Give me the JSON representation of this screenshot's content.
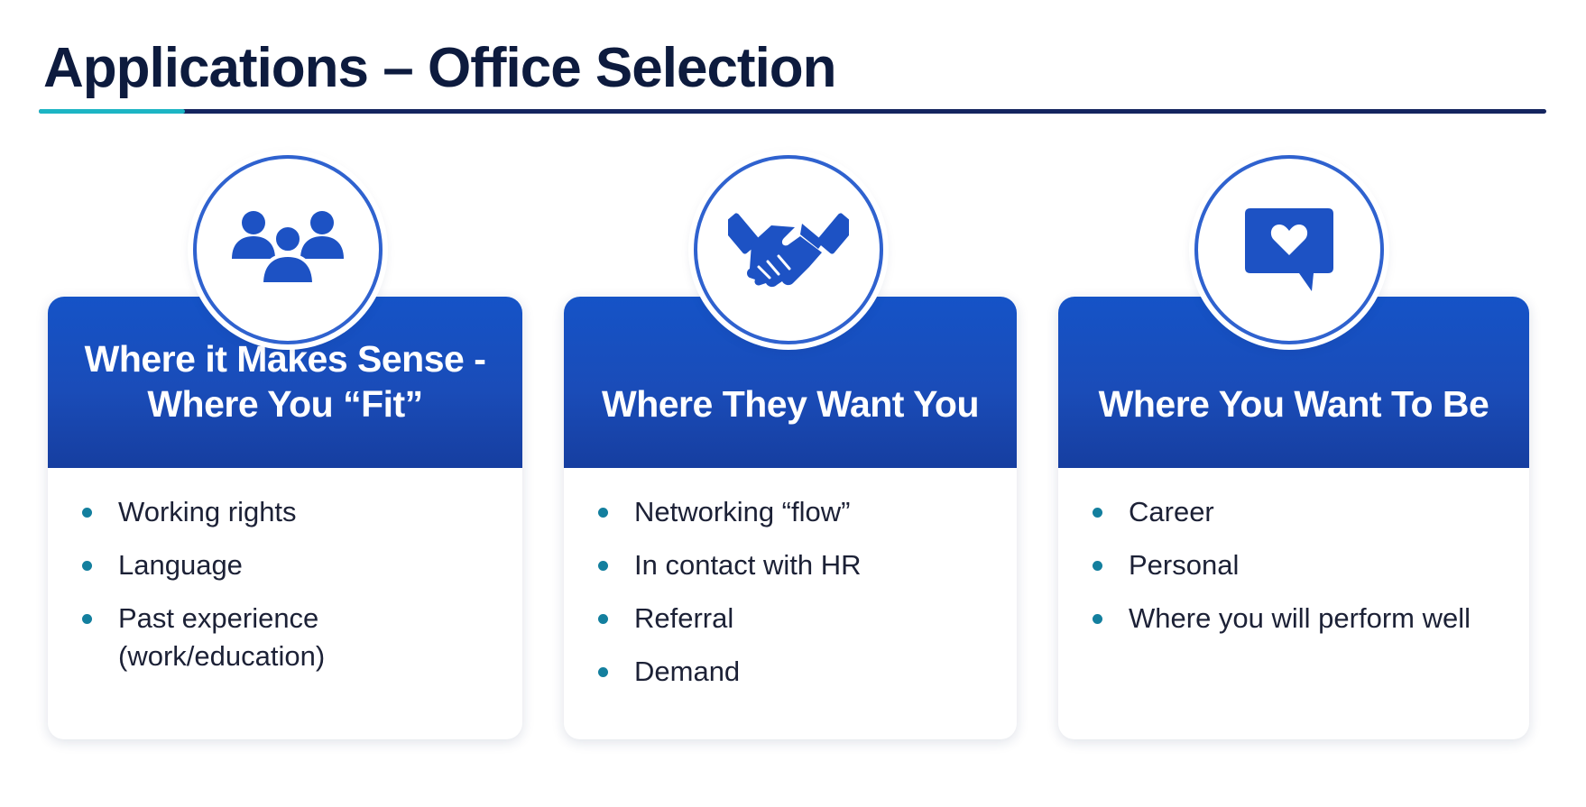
{
  "header": {
    "title": "Applications – Office Selection"
  },
  "colors": {
    "navy": "#0d1b3e",
    "primary_blue": "#1a4cb8",
    "accent_teal": "#1cb5c4",
    "bullet_teal": "#137f9e"
  },
  "cards": [
    {
      "icon": "people-group-icon",
      "title_lines": [
        "Where it Makes Sense -",
        "Where You “Fit”"
      ],
      "items": [
        {
          "lines": [
            "Working rights"
          ]
        },
        {
          "lines": [
            "Language"
          ]
        },
        {
          "lines": [
            "Past experience",
            "(work/education)"
          ]
        }
      ]
    },
    {
      "icon": "handshake-icon",
      "title_lines": [
        "Where They Want You"
      ],
      "items": [
        {
          "lines": [
            "Networking “flow”"
          ]
        },
        {
          "lines": [
            "In contact with HR"
          ]
        },
        {
          "lines": [
            "Referral"
          ]
        },
        {
          "lines": [
            "Demand"
          ]
        }
      ]
    },
    {
      "icon": "heart-speech-bubble-icon",
      "title_lines": [
        "Where You Want To Be"
      ],
      "items": [
        {
          "lines": [
            "Career"
          ]
        },
        {
          "lines": [
            "Personal"
          ]
        },
        {
          "lines": [
            "Where you will perform well"
          ]
        }
      ]
    }
  ]
}
